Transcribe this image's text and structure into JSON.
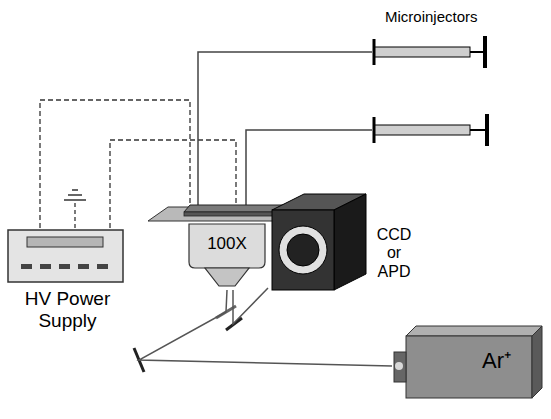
{
  "diagram": {
    "nodes": [
      {
        "text": [
          "HV Power Supply"
        ]
      },
      {
        "text": [
          "100X"
        ]
      },
      {
        "text": [
          "CCD or APD"
        ]
      },
      {
        "text": [
          "Ar⁺"
        ]
      }
    ],
    "edges": [
      {
        "from": 3,
        "to": 1,
        "arrow": "none"
      },
      {
        "from": 1,
        "to": 2,
        "arrow": "none"
      }
    ],
    "labels": [
      "Microinjectors"
    ]
  }
}
